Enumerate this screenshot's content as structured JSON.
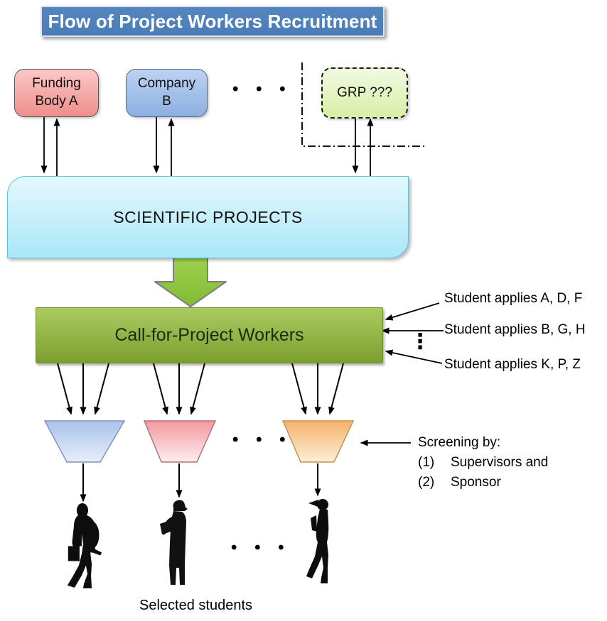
{
  "title": "Flow of Project Workers Recruitment",
  "sources": {
    "funding_body_label": "Funding Body A",
    "company_label": "Company B",
    "ellipsis": "• • •",
    "grp_label": "GRP ???"
  },
  "projects_box_label": "SCIENTIFIC PROJECTS",
  "call_box_label": "Call-for-Project Workers",
  "applications": {
    "items": [
      {
        "label": "Student applies A, D, F"
      },
      {
        "label": "Student applies B, G, H"
      },
      {
        "label": "Student applies K, P, Z"
      }
    ],
    "vertical_ellipsis": "⋮"
  },
  "funnels": {
    "ellipsis": "• • •"
  },
  "screening": {
    "heading": "Screening by:",
    "items": [
      {
        "num": "(1)",
        "text": "Supervisors and"
      },
      {
        "num": "(2)",
        "text": "Sponsor"
      }
    ]
  },
  "students": {
    "ellipsis": "• • •",
    "caption": "Selected students"
  },
  "colors": {
    "title_bg": "#4f81bd",
    "funding_box": "#ee8e8b",
    "company_box": "#8cb0e2",
    "grp_box": "#d8efa5",
    "projects_box": "#a9e7f8",
    "big_arrow": "#8ec63f",
    "call_box": "#8aad3c",
    "funnel_blue": "#a9c3ec",
    "funnel_pink": "#f2989e",
    "funnel_orange": "#f5b36b",
    "line": "#000000"
  }
}
